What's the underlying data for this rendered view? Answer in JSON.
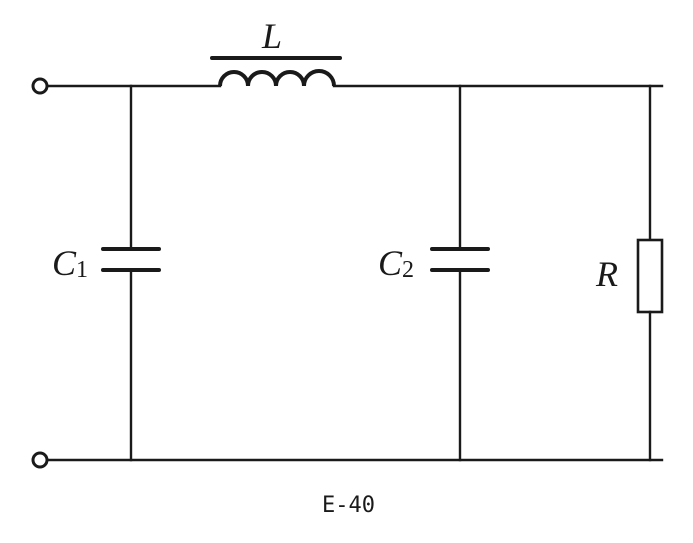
{
  "diagram": {
    "inductor": {
      "label": "L"
    },
    "capacitor_1": {
      "letter": "C",
      "subscript": "1"
    },
    "capacitor_2": {
      "letter": "C",
      "subscript": "2"
    },
    "resistor": {
      "label": "R"
    },
    "caption": "E-40",
    "colors": {
      "line": "#1a1a1a",
      "background": "#ffffff"
    }
  }
}
